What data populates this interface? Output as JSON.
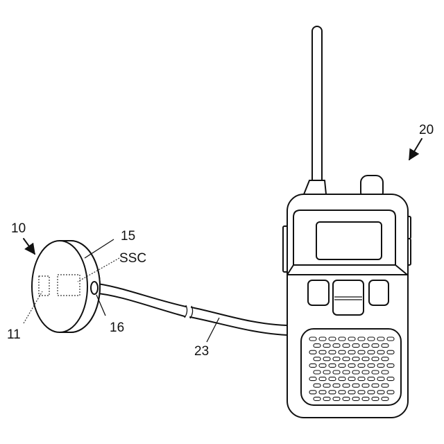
{
  "labels": {
    "sensor_device": "10",
    "radio": "20",
    "sensor_part": "11",
    "housing": "15",
    "ssc": "SSC",
    "connector": "16",
    "cable": "23"
  }
}
